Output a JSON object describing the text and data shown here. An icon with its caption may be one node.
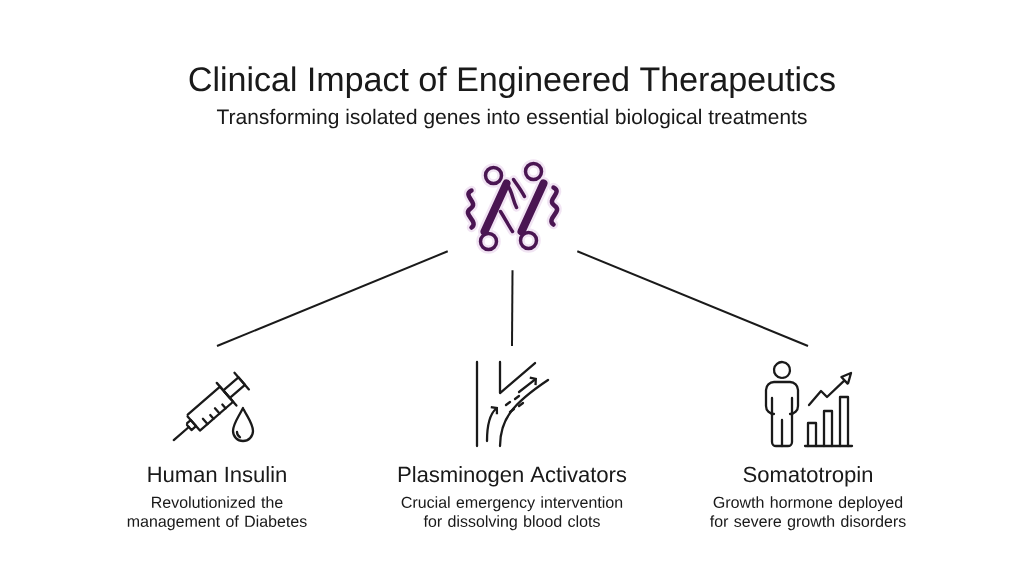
{
  "diagram": {
    "title": "Clinical Impact of Engineered Therapeutics",
    "nodes": [
      {
        "text": [],
        "shape": "picture"
      },
      {
        "text": [
          "Human Insulin",
          "Revolutionized the management of Diabetes"
        ]
      },
      {
        "text": [
          "Plasminogen Activators",
          "Crucial emergency intervention for dissolving blood clots"
        ]
      },
      {
        "text": [
          "Somatotropin",
          "Growth hormone deployed for severe growth disorders"
        ]
      }
    ],
    "edges": [
      {
        "from": 0,
        "to": 1,
        "arrow": "none"
      },
      {
        "from": 0,
        "to": 2,
        "arrow": "none"
      },
      {
        "from": 0,
        "to": 3,
        "arrow": "none"
      }
    ],
    "labels": [
      "Transforming isolated genes into essential biological treatments"
    ]
  }
}
